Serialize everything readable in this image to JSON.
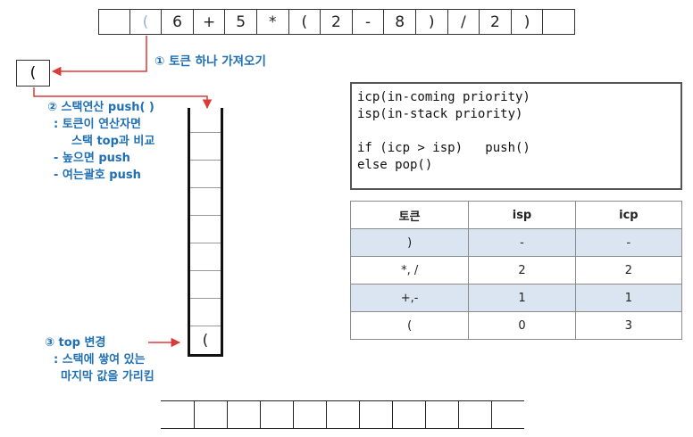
{
  "tokens": [
    "",
    "(",
    "6",
    "+",
    "5",
    "*",
    "(",
    "2",
    "-",
    "8",
    ")",
    "/",
    "2",
    ")",
    ""
  ],
  "current_token": "(",
  "step1_label": "① 토큰 하나 가져오기",
  "step2": {
    "title": "② 스택연산 push( )",
    "lines": [
      ": 토큰이 연산자면",
      "스택 top과 비교",
      "- 높으면 push",
      "- 여는괄호 push"
    ]
  },
  "step3": {
    "title": "③  top 변경",
    "lines": [
      ": 스택에 쌓여 있는",
      "마지막 값을 가리킴"
    ]
  },
  "stack": {
    "slot_count": 9,
    "top_value": "("
  },
  "code": {
    "lines": [
      "icp(in-coming priority)",
      "isp(in-stack priority)",
      "",
      "if (icp > isp)   push()",
      "else pop()"
    ]
  },
  "table": {
    "headers": [
      "토큰",
      "isp",
      "icp"
    ],
    "rows": [
      [
        ")",
        "-",
        "-"
      ],
      [
        "*, /",
        "2",
        "2"
      ],
      [
        "+,-",
        "1",
        "1"
      ],
      [
        "(",
        "0",
        "3"
      ]
    ]
  },
  "output_row": {
    "cell_count": 11
  },
  "colors": {
    "arrow": "#d93a3a",
    "note": "#1f6fb5",
    "row_alt": "#dbe5f1",
    "token_dim": "#9bb3d0"
  }
}
